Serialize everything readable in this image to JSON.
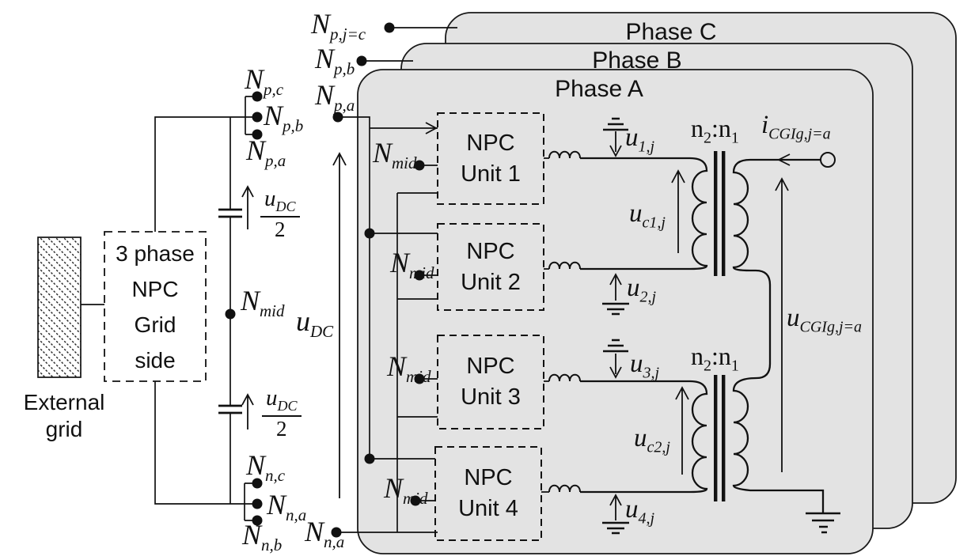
{
  "colors": {
    "panel_fill": "#e3e3e3",
    "line": "#1a1a1a",
    "background": "#ffffff"
  },
  "phases": {
    "a": "Phase A",
    "b": "Phase B",
    "c": "Phase C"
  },
  "external_grid": {
    "line1": "External",
    "line2": "grid"
  },
  "grid_side_box": {
    "line1": "3 phase",
    "line2": "NPC",
    "line3": "Grid",
    "line4": "side"
  },
  "units": [
    {
      "line1": "NPC",
      "line2": "Unit 1"
    },
    {
      "line1": "NPC",
      "line2": "Unit 2"
    },
    {
      "line1": "NPC",
      "line2": "Unit 3"
    },
    {
      "line1": "NPC",
      "line2": "Unit 4"
    }
  ],
  "labels": {
    "np_jc": {
      "main": "N",
      "sub": "p,j=c"
    },
    "np_b_outer": {
      "main": "N",
      "sub": "p,b"
    },
    "np_a_outer": {
      "main": "N",
      "sub": "p,a"
    },
    "np_c": {
      "main": "N",
      "sub": "p,c"
    },
    "np_b": {
      "main": "N",
      "sub": "p,b"
    },
    "np_a": {
      "main": "N",
      "sub": "p,a"
    },
    "nn_c": {
      "main": "N",
      "sub": "n,c"
    },
    "nn_a": {
      "main": "N",
      "sub": "n,a"
    },
    "nn_b": {
      "main": "N",
      "sub": "n,b"
    },
    "nn_a_outer": {
      "main": "N",
      "sub": "n,a"
    },
    "nmid": {
      "main": "N",
      "sub": "mid"
    },
    "udc": {
      "main": "u",
      "sub": "DC"
    },
    "udc_frac": {
      "num_main": "u",
      "num_sub": "DC",
      "den": "2"
    },
    "u1j": {
      "main": "u",
      "sub": "1,j"
    },
    "u2j": {
      "main": "u",
      "sub": "2,j"
    },
    "u3j": {
      "main": "u",
      "sub": "3,j"
    },
    "u4j": {
      "main": "u",
      "sub": "4,j"
    },
    "uc1j": {
      "main": "u",
      "sub": "c1,j"
    },
    "uc2j": {
      "main": "u",
      "sub": "c2,j"
    },
    "icgi": {
      "main": "i",
      "sub": "CGIg,j=a"
    },
    "ucgi": {
      "main": "u",
      "sub": "CGIg,j=a"
    },
    "ratio": {
      "base1": "n",
      "sub1": "2",
      "sep": ":",
      "base2": "n",
      "sub2": "1"
    }
  }
}
